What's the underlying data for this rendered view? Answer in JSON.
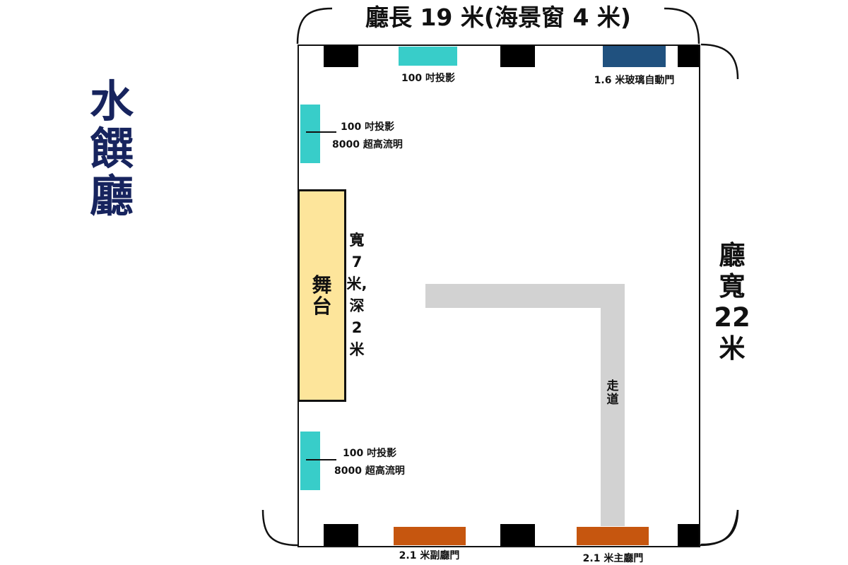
{
  "hall": {
    "name_chars": [
      "水",
      "饌",
      "廳"
    ]
  },
  "dimensions": {
    "length_label": "廳長 19 米(海景窗 4 米)",
    "width_chars": [
      "廳",
      "寬",
      "22",
      "米"
    ]
  },
  "stage": {
    "label_chars": [
      "舞",
      "台"
    ],
    "size_chars": [
      "寬",
      "7",
      "米,",
      "深",
      "2",
      "米"
    ]
  },
  "aisle": {
    "label_chars": [
      "走",
      "道"
    ]
  },
  "equipment": {
    "top_projector": "100 吋投影",
    "glass_door": "1.6 米玻璃自動門",
    "left_projector_upper": {
      "line1": "100 吋投影",
      "line2": "8000 超高流明"
    },
    "left_projector_lower": {
      "line1": "100 吋投影",
      "line2": "8000 超高流明"
    },
    "side_door": "2.1 米副廳門",
    "main_door": "2.1 米主廳門"
  },
  "colors": {
    "hall_name": "#17245e",
    "projector": "#38cdc9",
    "glass_door": "#20517f",
    "door": "#c6560f",
    "stage": "#fde59b",
    "aisle": "#d2d2d2",
    "pillar": "#000000"
  }
}
